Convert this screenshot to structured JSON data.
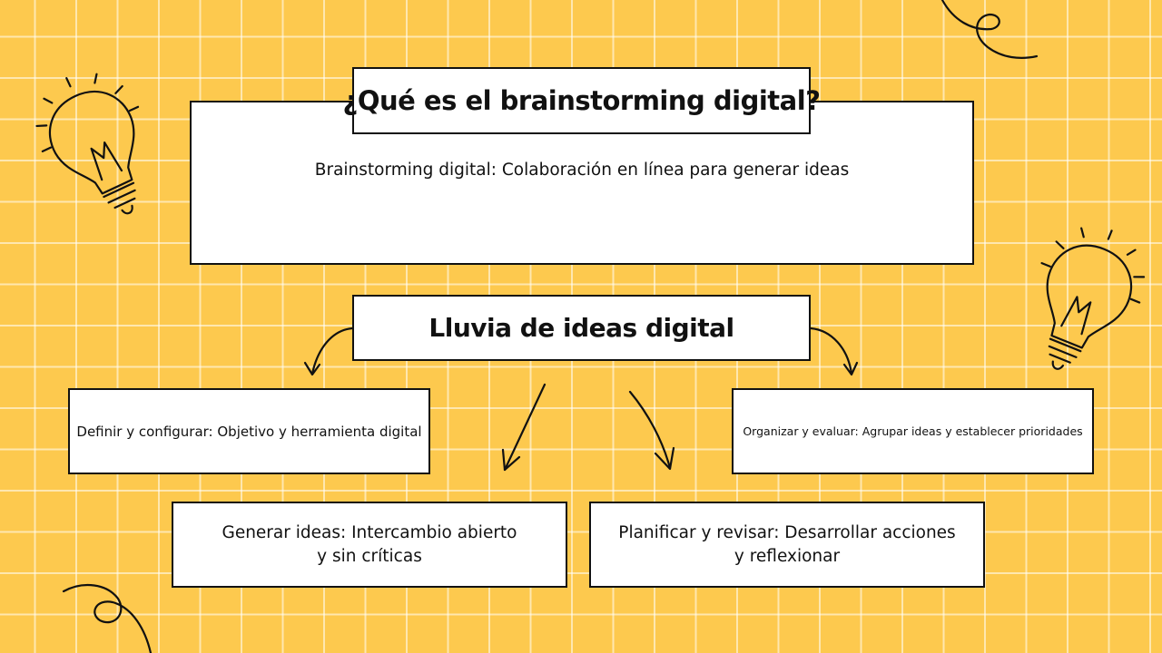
{
  "title": "¿Qué es el brainstorming digital?",
  "intro": "Brainstorming digital: Colaboración en línea para generar ideas",
  "center": "Lluvia de ideas digital",
  "steps": {
    "define": "Definir y configurar: Objetivo y herramienta digital",
    "organize": "Organizar y evaluar: Agrupar ideas y establecer prioridades",
    "generate": {
      "line1": "Generar ideas: Intercambio abierto",
      "line2": "y sin críticas"
    },
    "plan": {
      "line1": "Planificar y revisar: Desarrollar acciones",
      "line2": "y reflexionar"
    }
  },
  "icons": [
    "lightbulb-icon",
    "squiggle-doodle",
    "arrow-icon"
  ]
}
